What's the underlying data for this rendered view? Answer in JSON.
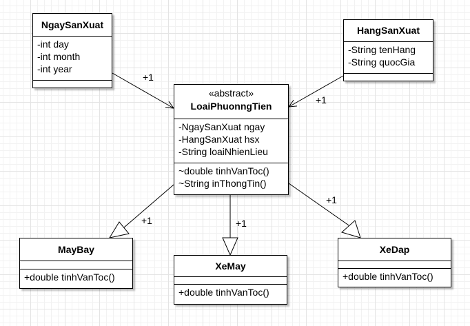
{
  "classes": {
    "ngay": {
      "name": "NgaySanXuat",
      "attributes": [
        "-int day",
        "-int month",
        "-int year"
      ],
      "methods": []
    },
    "hang": {
      "name": "HangSanXuat",
      "attributes": [
        "-String tenHang",
        "-String quocGia"
      ],
      "methods": []
    },
    "loai": {
      "stereotype": "«abstract»",
      "name": "LoaiPhuonngTien",
      "attributes": [
        "-NgaySanXuat ngay",
        "-HangSanXuat hsx",
        "-String loaiNhienLieu"
      ],
      "methods": [
        "~double tinhVanToc()",
        "~String inThongTin()"
      ]
    },
    "maybay": {
      "name": "MayBay",
      "attributes": [],
      "methods": [
        "+double tinhVanToc()"
      ]
    },
    "xemay": {
      "name": "XeMay",
      "attributes": [],
      "methods": [
        "+double tinhVanToc()"
      ]
    },
    "xedap": {
      "name": "XeDap",
      "attributes": [],
      "methods": [
        "+double tinhVanToc()"
      ]
    }
  },
  "multiplicities": {
    "ngay_to_loai": "+1",
    "hang_to_loai": "+1",
    "loai_to_maybay": "+1",
    "loai_to_xemay": "+1",
    "loai_to_xedap": "+1"
  }
}
